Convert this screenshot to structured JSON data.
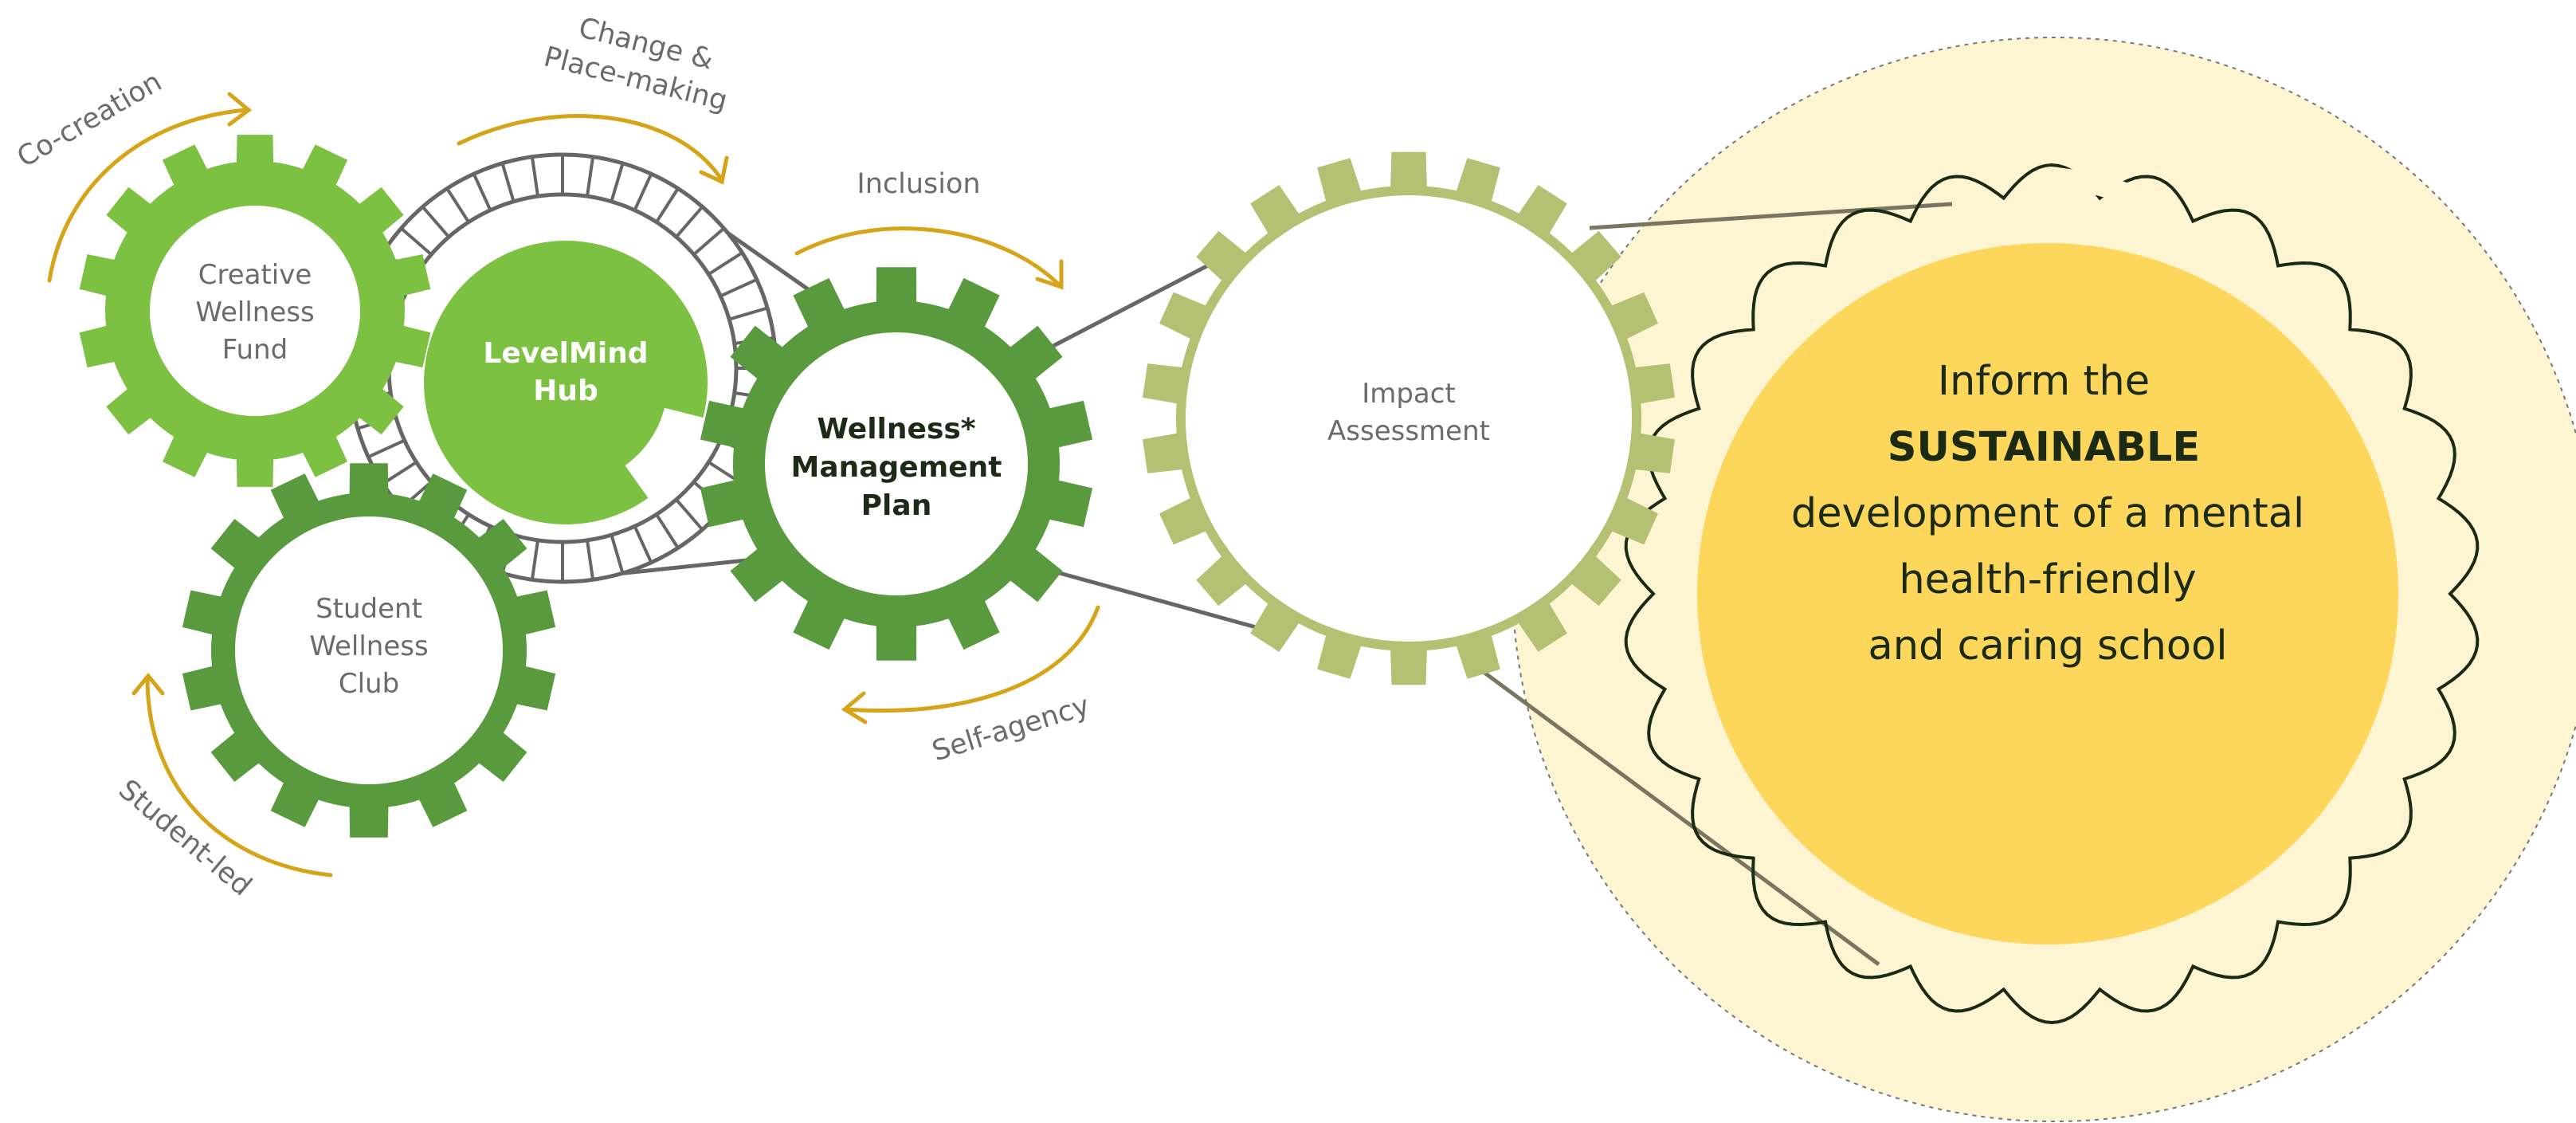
{
  "colors": {
    "gear_light": "#7cc142",
    "gear_mid": "#5a9a3f",
    "gear_pale": "#b4c072",
    "arrow": "#d6a418",
    "belt": "#666666",
    "goal_fill": "#fdd65c",
    "goal_halo": "#fdf4d2"
  },
  "gears": {
    "creative_wellness_fund": {
      "line1": "Creative",
      "line2": "Wellness",
      "line3": "Fund"
    },
    "levelmind_hub": {
      "line1": "LevelMind",
      "line2": "Hub"
    },
    "student_wellness_club": {
      "line1": "Student",
      "line2": "Wellness",
      "line3": "Club"
    },
    "wellness_management_plan": {
      "line1": "Wellness*",
      "line2": "Management",
      "line3": "Plan"
    },
    "impact_assessment": {
      "line1": "Impact",
      "line2": "Assessment"
    }
  },
  "flows": {
    "co_creation": "Co-creation",
    "change_line1": "Change &",
    "change_line2": "Place-making",
    "inclusion": "Inclusion",
    "self_agency": "Self-agency",
    "student_led": "Student-led"
  },
  "goal": {
    "line1": "Inform the",
    "line2": "SUSTAINABLE",
    "line3": "development of a mental",
    "line4": "health-friendly",
    "line5": "and caring school"
  }
}
